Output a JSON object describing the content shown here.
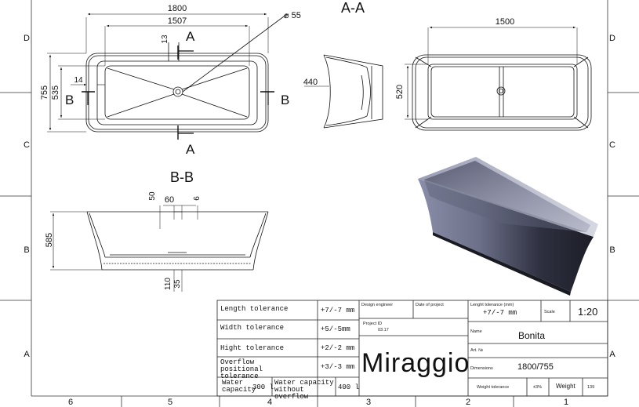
{
  "frame": {
    "rows": [
      "D",
      "C",
      "B",
      "A"
    ],
    "cols": [
      "6",
      "5",
      "4",
      "3",
      "2",
      "1"
    ]
  },
  "top_view": {
    "overall_length": "1800",
    "inner_length": "1507",
    "overall_width": "755",
    "inner_width": "535",
    "rim": "14",
    "drain_offset": "13",
    "drain_diameter": "⌀ 55",
    "section_a": "A",
    "section_b": "B"
  },
  "side_view": {
    "height": "440"
  },
  "section_aa": {
    "title": "A-A",
    "inner_length": "1500",
    "inner_width": "520"
  },
  "section_bb": {
    "title": "B-B",
    "d50": "50",
    "d60": "60",
    "d6": "6",
    "d585": "585",
    "d110": "110",
    "d35": "35"
  },
  "title_block": {
    "tolerances": [
      {
        "label": "Length tolerance",
        "value": "+7/-7 mm"
      },
      {
        "label": "Width tolerance",
        "value": "+5/-5mm"
      },
      {
        "label": "Hight tolerance",
        "value": "+2/-2 mm"
      },
      {
        "label": "Overflow positional tolerance",
        "value": "+3/-3 mm"
      }
    ],
    "water_capacity_label": "Water capacity",
    "water_capacity_value": "300 l",
    "water_capacity_no_overflow_label": "Water capacity without overflow",
    "water_capacity_no_overflow_value": "400 l",
    "design_engineer_label": "Design engineer",
    "date_of_project_label": "Date of project",
    "project_id_label": "Project ID",
    "project_id_value": "03.17",
    "length_tolerance_mm_label": "Lenght tolerance (mm)",
    "length_tolerance_mm_value": "+7/-7 mm",
    "scale_label": "Scale",
    "scale_value": "1:20",
    "name_label": "Name",
    "name_value": "Bonita",
    "art_label": "Art. №",
    "dimensions_label": "Dimensions",
    "dimensions_value": "1800/755",
    "weight_tolerance_label": "Weight tolerance",
    "weight_tolerance_value": "±3%",
    "weight_label": "Weight",
    "weight_value": "139",
    "brand": "Miraggio"
  }
}
